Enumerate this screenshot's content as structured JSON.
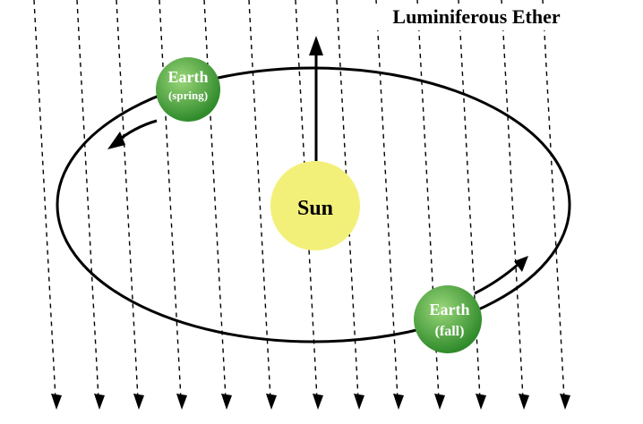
{
  "title": "Luminiferous Ether",
  "sun": {
    "label": "Sun",
    "color": "#f3f07a"
  },
  "earth_spring": {
    "name": "Earth",
    "season": "(spring)"
  },
  "earth_fall": {
    "name": "Earth",
    "season": "(fall)"
  },
  "colors": {
    "earth_light": "#8ccf6a",
    "earth_dark": "#2f8a2a",
    "ink": "#000000"
  }
}
